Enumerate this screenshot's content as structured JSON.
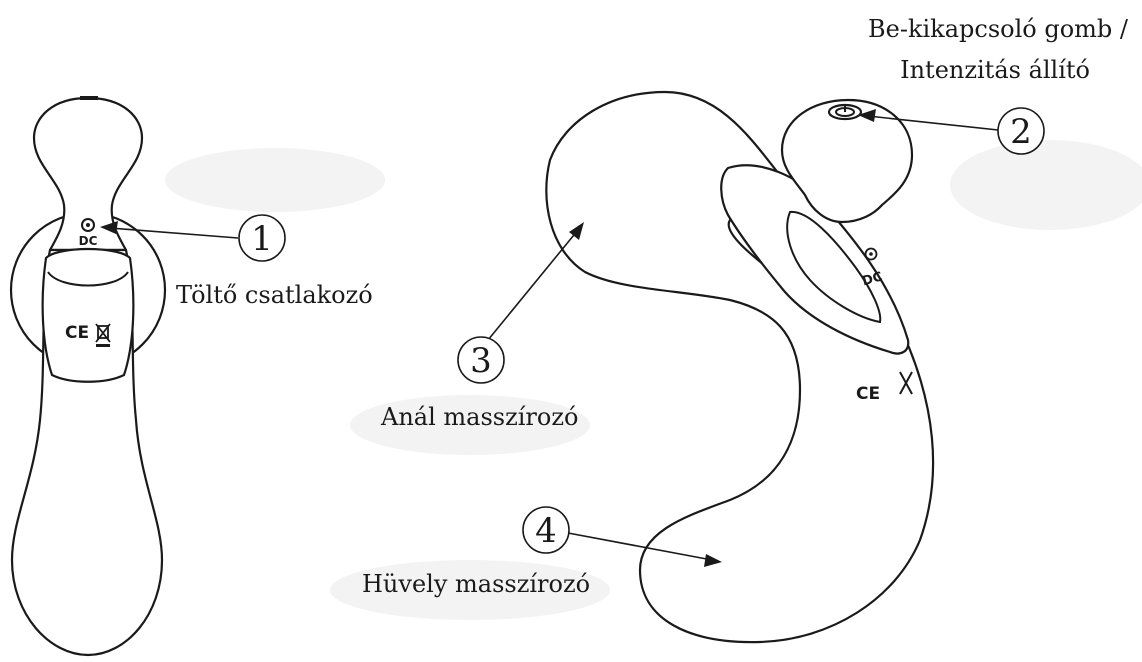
{
  "callouts": [
    {
      "number": "1",
      "label_lines": [
        "Töltő csatlakozó"
      ]
    },
    {
      "number": "2",
      "label_lines": [
        "Be-kikapcsoló gomb /",
        "Intenzitás állító"
      ]
    },
    {
      "number": "3",
      "label_lines": [
        "Anál masszírozó"
      ]
    },
    {
      "number": "4",
      "label_lines": [
        "Hüvely masszírozó"
      ]
    }
  ],
  "markings": {
    "dc": "DC",
    "ce": "CE"
  }
}
